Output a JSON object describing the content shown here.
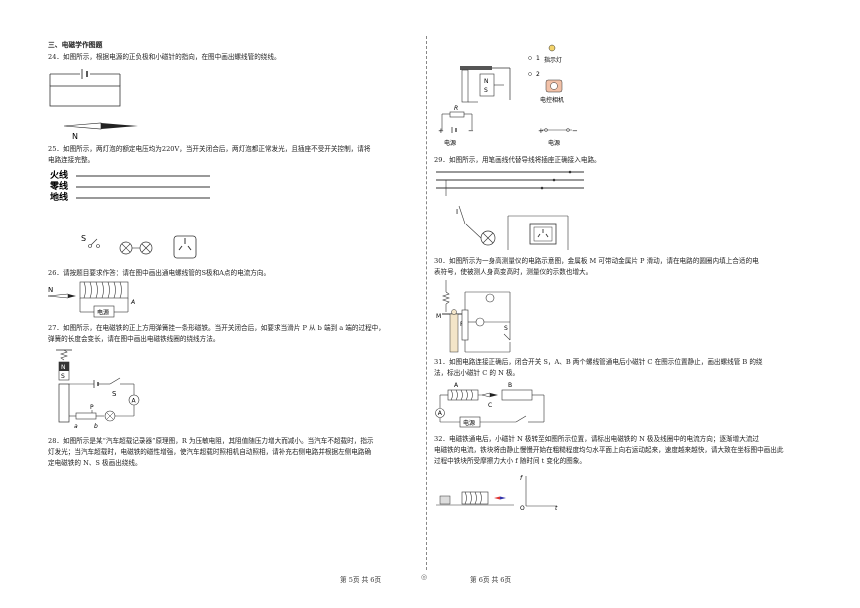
{
  "section_title": "三、电磁学作图题",
  "questions": {
    "q24": "24．如图所示，根据电源的正负极和小磁针的指向，在图中画出螺线管的绕线。",
    "q25_line1": "25．如图所示，两灯泡的额定电压均为220V，当开关闭合后，两灯泡都正常发光，且插座不受开关控制，请将",
    "q25_line2": "电路连接完整。",
    "q26": "26．请按题目要求作答：请在图中画出通电螺线管的S极和A点的电流方向。",
    "q27_line1": "27．如图所示，在电磁铁的正上方用弹簧挂一条形磁铁。当开关闭合后，如要求当滑片 P 从 b 端到 a 端的过程中，",
    "q27_line2": "弹簧的长度会变长，请在图中画出电磁铁线圈的绕线方法。",
    "q28_line1": "28．如图所示是某“汽车超载记录器”原理图，R 为压敏电阻，其阻值随压力增大而减小。当汽车不超载时，指示",
    "q28_line2": "灯发光；当汽车超载时，电磁铁的磁性增强，使汽车超载时照相机自动照相，请补充右侧电路并根据左侧电路确",
    "q28_line3": "定电磁铁的 N、S 极画出绕线。",
    "q29": "29．如图所示，用笔画线代替导线将插座正确接入电路。",
    "q30_line1": "30．如图所示为一身高测量仪的电路示意图，金属板 M 可带动金属片 P 滑动，请在电路的圆圈内填上合适的电",
    "q30_line2": "表符号，使被测人身高变高时，测量仪的示数也增大。",
    "q31_line1": "31．如图电路连接正确后，闭合开关 S，A、B 两个螺线管通电后小磁针 C 在图示位置静止，画出螺线管 B 的绕",
    "q31_line2": "法，标出小磁针 C 的 N 极。",
    "q32_line1": "32．电磁铁通电后，小磁针 N 极转至如图所示位置，请标出电磁铁的 N 极及线圈中的电流方向；逐渐增大流过",
    "q32_line2": "电磁铁的电流，铁块将由静止慢慢开始在粗糙程度均匀水平面上向右运动起来，速度越来越快，请大致在坐标图中画出此",
    "q32_line3": "过程中铁块所受摩擦力大小 f 随时间 t 变化的图象。"
  },
  "figure_labels": {
    "q24_n": "N",
    "q25_fire": "火线",
    "q25_zero": "零线",
    "q25_ground": "地线",
    "q25_s": "S",
    "q26_n": "N",
    "q26_a": "A",
    "q26_source": "电源",
    "q27_n": "N",
    "q27_s": "S",
    "q27_switch": "S",
    "q27_p": "P",
    "q27_a": "a",
    "q27_b": "b",
    "q27_ammeter": "A",
    "q28_r": "R",
    "q28_n": "N",
    "q28_s": "S",
    "q28_one": "1",
    "q28_two": "2",
    "q28_lamp": "指示灯",
    "q28_camera": "电控相机",
    "q28_source_left": "电源",
    "q28_source_right": "电源",
    "q29_i": "I",
    "q30_m": "M",
    "q30_p": "P",
    "q30_r": "R",
    "q30_s": "S",
    "q31_a": "A",
    "q31_b": "B",
    "q31_c": "C",
    "q31_ammeter": "A",
    "q31_source": "电源",
    "q32_t": "t",
    "q32_f": "f",
    "q32_o": "O"
  },
  "footer": {
    "left": "第 5页  共 6页",
    "right": "第 6页  共 6页",
    "center_mark": "◎"
  }
}
